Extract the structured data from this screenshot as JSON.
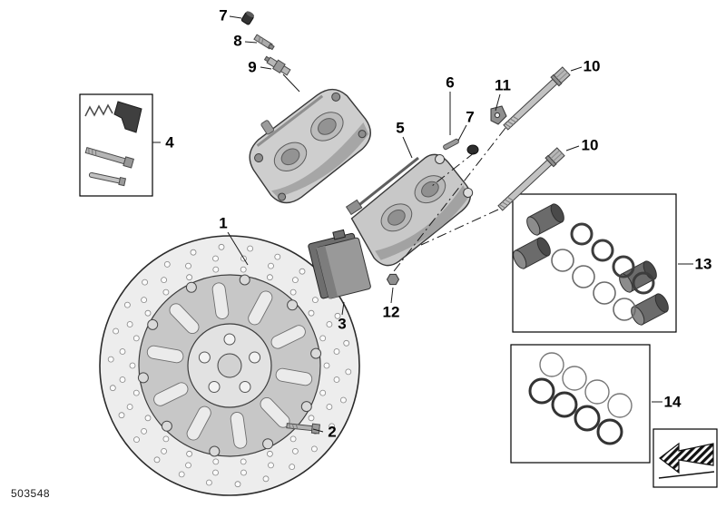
{
  "diagram": {
    "part_number": "503548",
    "callouts": [
      {
        "id": "1",
        "label": "1"
      },
      {
        "id": "2",
        "label": "2"
      },
      {
        "id": "3",
        "label": "3"
      },
      {
        "id": "4",
        "label": "4"
      },
      {
        "id": "5",
        "label": "5"
      },
      {
        "id": "6",
        "label": "6"
      },
      {
        "id": "7a",
        "label": "7"
      },
      {
        "id": "7b",
        "label": "7"
      },
      {
        "id": "8",
        "label": "8"
      },
      {
        "id": "9",
        "label": "9"
      },
      {
        "id": "10a",
        "label": "10"
      },
      {
        "id": "10b",
        "label": "10"
      },
      {
        "id": "11",
        "label": "11"
      },
      {
        "id": "12",
        "label": "12"
      },
      {
        "id": "13",
        "label": "13"
      },
      {
        "id": "14",
        "label": "14"
      }
    ]
  },
  "icons": {
    "direction-arrow-icon": "hatched-left-arrow"
  },
  "colors": {
    "line": "#1a1a1a",
    "metal_light": "#d6d6d6",
    "metal_mid": "#adadad",
    "metal_dark": "#4a4a4a",
    "background": "#ffffff"
  }
}
